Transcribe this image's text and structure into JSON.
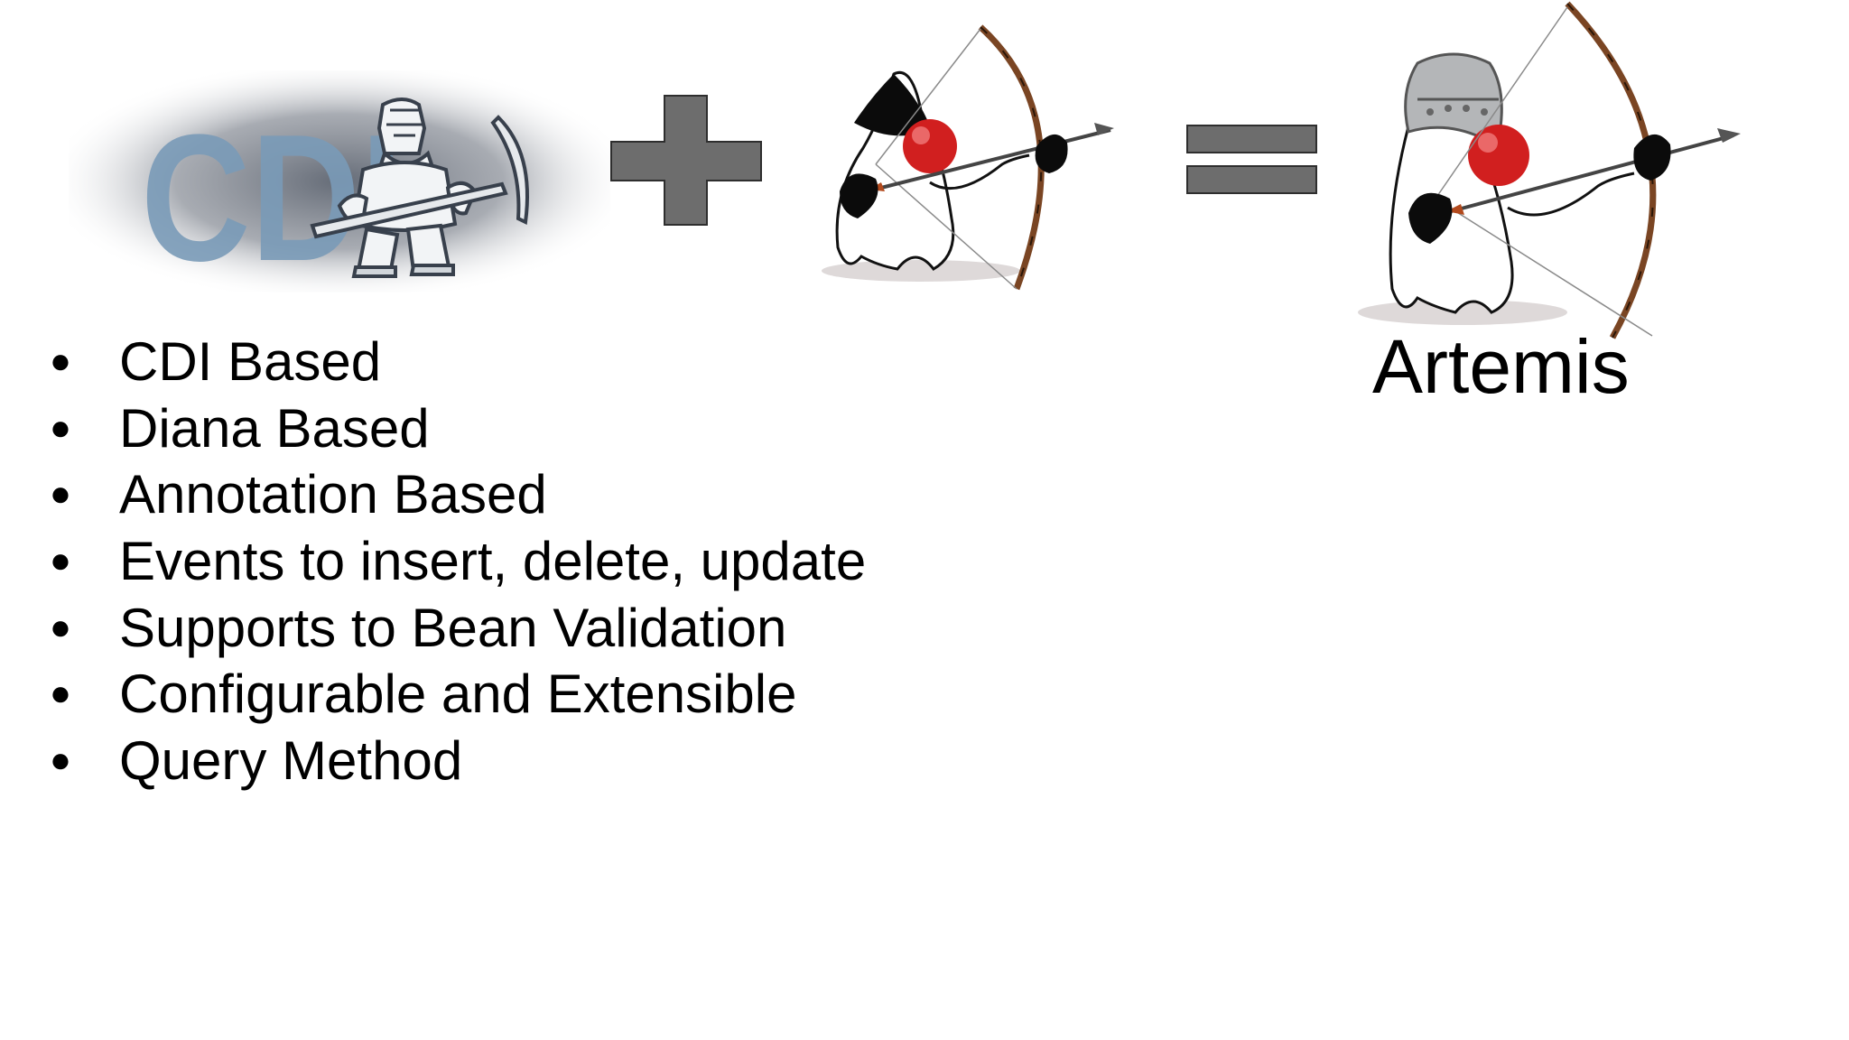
{
  "equation": {
    "plus_symbol": "plus-icon",
    "equals_symbol": "equals-icon",
    "cdi_logo": {
      "text": "CDI",
      "icon": "dwarf-with-pickaxe-icon"
    },
    "diana_logo": {
      "icon": "duke-archer-icon"
    },
    "artemis_logo": {
      "icon": "duke-archer-with-helmet-icon",
      "label": "Artemis"
    },
    "symbol_color": "#6d6d6d",
    "cdi_color": "#7a9bb8"
  },
  "features": {
    "bullet": "●",
    "items": [
      "CDI Based",
      "Diana Based",
      "Annotation Based",
      "Events to insert, delete, update",
      "Supports to Bean Validation",
      "Configurable and Extensible",
      "Query Method"
    ]
  }
}
